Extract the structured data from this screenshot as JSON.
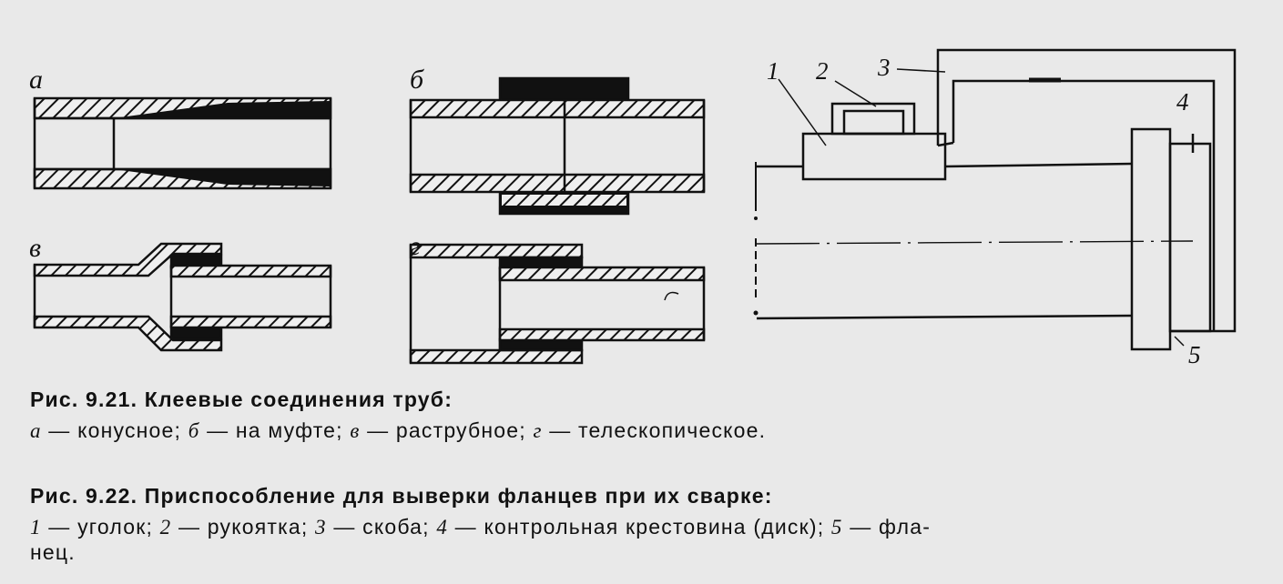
{
  "figure_a": {
    "label": "а"
  },
  "figure_b": {
    "label": "б"
  },
  "figure_v": {
    "label": "в"
  },
  "figure_g": {
    "label": "г"
  },
  "figure_922": {
    "callouts": [
      "1",
      "2",
      "3",
      "4",
      "5"
    ]
  },
  "caption_921": {
    "title": "Рис. 9.21. Клеевые соединения труб:",
    "items": [
      {
        "key": "а",
        "text": " — конусное; "
      },
      {
        "key": "б",
        "text": " — на муфте; "
      },
      {
        "key": "в",
        "text": " — раструбное; "
      },
      {
        "key": "г",
        "text": " — телескопическое."
      }
    ]
  },
  "caption_922": {
    "title": "Рис. 9.22. Приспособление для выверки фланцев при их сварке:",
    "items": [
      {
        "key": "1",
        "text": " — уголок; "
      },
      {
        "key": "2",
        "text": " — рукоятка; "
      },
      {
        "key": "3",
        "text": " — скоба; "
      },
      {
        "key": "4",
        "text": " — контрольная крестовина (диск); "
      },
      {
        "key": "5",
        "text": " — фла-"
      }
    ],
    "continuation": "нец."
  }
}
